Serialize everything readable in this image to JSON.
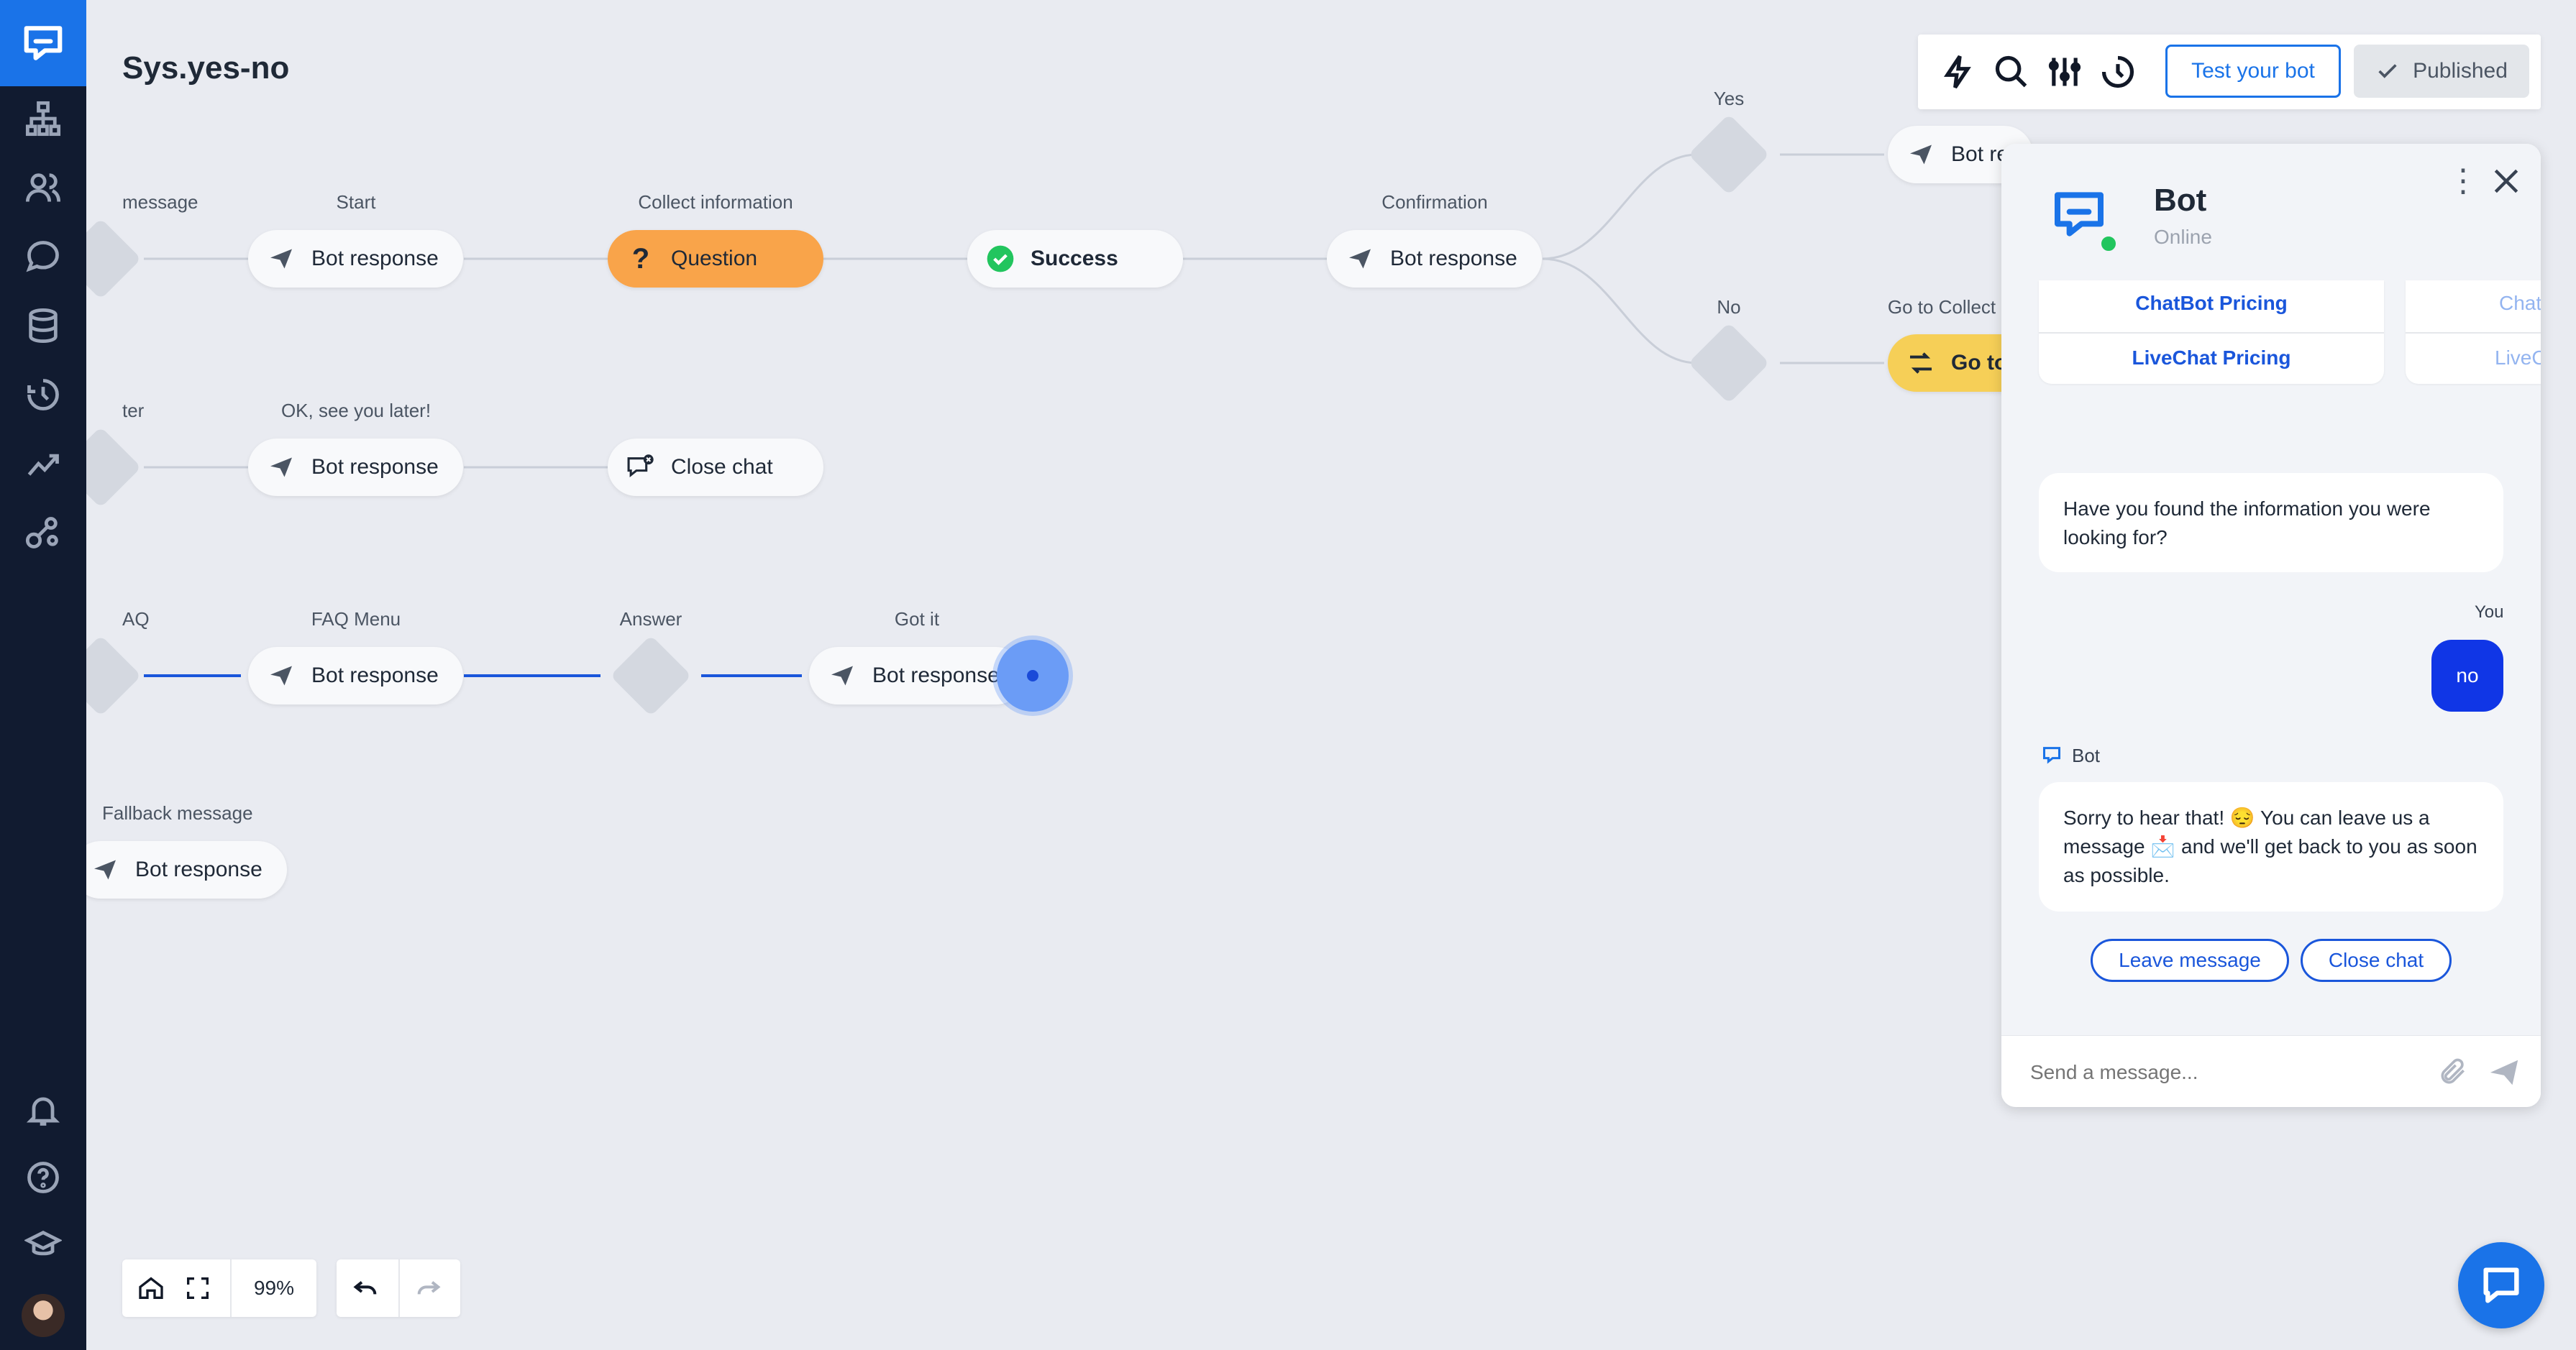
{
  "app": {
    "name": "ChatBot"
  },
  "colors": {
    "accent": "#1a73e8",
    "sidebar": "#111b30",
    "question": "#f9a44a",
    "goto": "#f6cf57",
    "success": "#22c55e"
  },
  "sidebar": {
    "items": [
      {
        "icon": "hierarchy-icon"
      },
      {
        "icon": "users-icon"
      },
      {
        "icon": "chat-bubble-icon"
      },
      {
        "icon": "database-icon"
      },
      {
        "icon": "history-icon"
      },
      {
        "icon": "trend-chart-icon"
      },
      {
        "icon": "integrations-icon"
      }
    ],
    "bottom": [
      {
        "icon": "bell-icon"
      },
      {
        "icon": "help-icon"
      },
      {
        "icon": "academy-icon"
      }
    ]
  },
  "story": {
    "title": "Sys.yes-no"
  },
  "nodes": {
    "row1": {
      "label0": "message",
      "start_label": "Start",
      "start_text": "Bot response",
      "collect_label": "Collect information",
      "question_text": "Question",
      "success_text": "Success",
      "confirm_label": "Confirmation",
      "confirm_text": "Bot response",
      "yes_label": "Yes",
      "no_label": "No",
      "yes_text": "Bot re",
      "goto_label": "Go to Collect",
      "goto_text": "Go to"
    },
    "row2": {
      "label0": "ter",
      "ok_label": "OK, see you later!",
      "ok_text": "Bot response",
      "close_text": "Close chat"
    },
    "row3": {
      "label0": "AQ",
      "faq_label": "FAQ Menu",
      "faq_text": "Bot response",
      "answer_label": "Answer",
      "gotit_label": "Got it",
      "gotit_text": "Bot response"
    },
    "row4": {
      "fallback_label": "Fallback message",
      "fallback_text": "Bot response"
    }
  },
  "toolbar": {
    "icons": [
      "lightning-icon",
      "search-icon",
      "sliders-icon",
      "history-icon"
    ],
    "test_label": "Test your bot",
    "published_label": "Published"
  },
  "controls": {
    "zoom": "99%"
  },
  "chat": {
    "bot_name": "Bot",
    "status": "Online",
    "card_links": [
      "ChatBot Pricing",
      "LiveChat Pricing"
    ],
    "card2_links": [
      "Chat",
      "LiveC"
    ],
    "bot_question": "Have you found the information you were looking for?",
    "user_label": "You",
    "user_reply": "no",
    "bot_sender": "Bot",
    "bot_reply": "Sorry to hear that! 😔 You can leave us a message 📩 and we'll get back to you as soon as possible.",
    "quick_replies": [
      "Leave message",
      "Close chat"
    ],
    "composer_placeholder": "Send a message..."
  }
}
